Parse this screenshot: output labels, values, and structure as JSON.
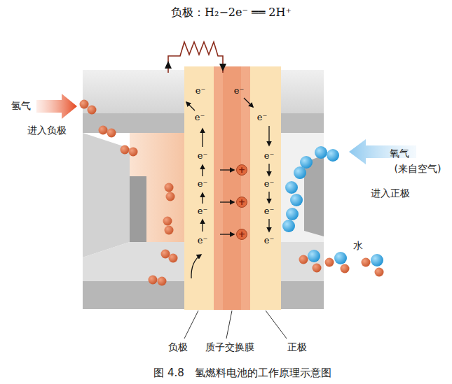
{
  "diagram": {
    "title": "负极：H₂−2e⁻ ══ 2H⁺",
    "caption": "图 4.8　氢燃料电池的工作原理示意图",
    "labels": [
      "氢气",
      "进入负极",
      "氧气",
      "(来自空气)",
      "进入正极",
      "水",
      "e⁻",
      "e⁻",
      "e⁻",
      "e⁻",
      "e⁻",
      "e⁻",
      "e⁻",
      "e⁻",
      "e⁻",
      "e⁻",
      "e⁻",
      "e⁻",
      "+",
      "+",
      "+",
      "负极",
      "质子交换膜",
      "正极"
    ]
  }
}
